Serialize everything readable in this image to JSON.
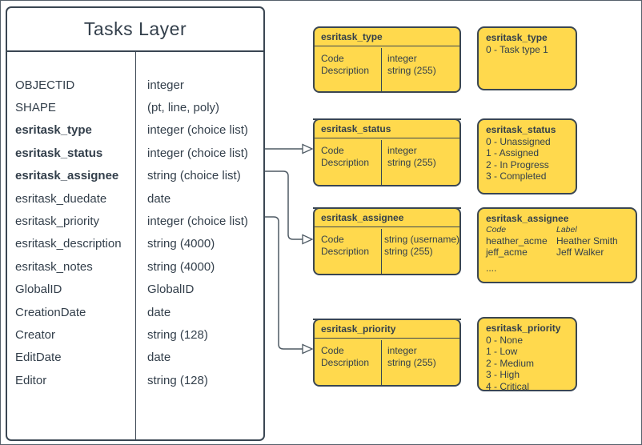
{
  "diagram": {
    "main_table": {
      "title": "Tasks Layer",
      "fields": [
        {
          "name": "OBJECTID",
          "type": "integer",
          "bold": false
        },
        {
          "name": "SHAPE",
          "type": "(pt, line, poly)",
          "bold": false
        },
        {
          "name": "esritask_type",
          "type": "integer (choice list)",
          "bold": true
        },
        {
          "name": "esritask_status",
          "type": "integer (choice list)",
          "bold": true
        },
        {
          "name": "esritask_assignee",
          "type": "string (choice list)",
          "bold": true
        },
        {
          "name": "esritask_duedate",
          "type": "date",
          "bold": false
        },
        {
          "name": "esritask_priority",
          "type": "integer (choice list)",
          "bold": false
        },
        {
          "name": "esritask_description",
          "type": "string (4000)",
          "bold": false
        },
        {
          "name": "esritask_notes",
          "type": "string (4000)",
          "bold": false
        },
        {
          "name": "GlobalID",
          "type": "GlobalID",
          "bold": false
        },
        {
          "name": "CreationDate",
          "type": "date",
          "bold": false
        },
        {
          "name": "Creator",
          "type": "string (128)",
          "bold": false
        },
        {
          "name": "EditDate",
          "type": "date",
          "bold": false
        },
        {
          "name": "Editor",
          "type": "string (128)",
          "bold": false
        }
      ]
    },
    "domain_tables": [
      {
        "title": "esritask_type",
        "rows": [
          {
            "field": "Code",
            "type": "integer"
          },
          {
            "field": "Description",
            "type": "string (255)"
          }
        ]
      },
      {
        "title": "esritask_status",
        "rows": [
          {
            "field": "Code",
            "type": "integer"
          },
          {
            "field": "Description",
            "type": "string (255)"
          }
        ]
      },
      {
        "title": "esritask_assignee",
        "rows": [
          {
            "field": "Code",
            "type": "string  (username)"
          },
          {
            "field": "Description",
            "type": "string (255)"
          }
        ]
      },
      {
        "title": "esritask_priority",
        "rows": [
          {
            "field": "Code",
            "type": "integer"
          },
          {
            "field": "Description",
            "type": "string (255)"
          }
        ]
      }
    ],
    "value_lists": [
      {
        "title": "esritask_type",
        "items": [
          "0 - Task type 1"
        ]
      },
      {
        "title": "esritask_status",
        "items": [
          "0 - Unassigned",
          "1 - Assigned",
          "2 - In Progress",
          "3 - Completed"
        ]
      },
      {
        "title": "esritask_assignee",
        "columns": [
          "Code",
          "Label"
        ],
        "rows": [
          [
            "heather_acme",
            "Heather Smith"
          ],
          [
            "jeff_acme",
            "Jeff Walker"
          ]
        ],
        "more": "...."
      },
      {
        "title": "esritask_priority",
        "items": [
          "0 - None",
          "1 - Low",
          "2 - Medium",
          "3 - High",
          "4 - Critical"
        ]
      }
    ],
    "connections": [
      {
        "from": "esritask_status",
        "to": "esritask_status"
      },
      {
        "from": "esritask_assignee",
        "to": "esritask_assignee"
      },
      {
        "from": "esritask_priority",
        "to": "esritask_priority"
      }
    ],
    "colors": {
      "box_fill": "#FFD94D",
      "box_border": "#3A4652",
      "text": "#333F4B",
      "connector": "#4E5A64",
      "background": "#FFFFFF"
    }
  }
}
